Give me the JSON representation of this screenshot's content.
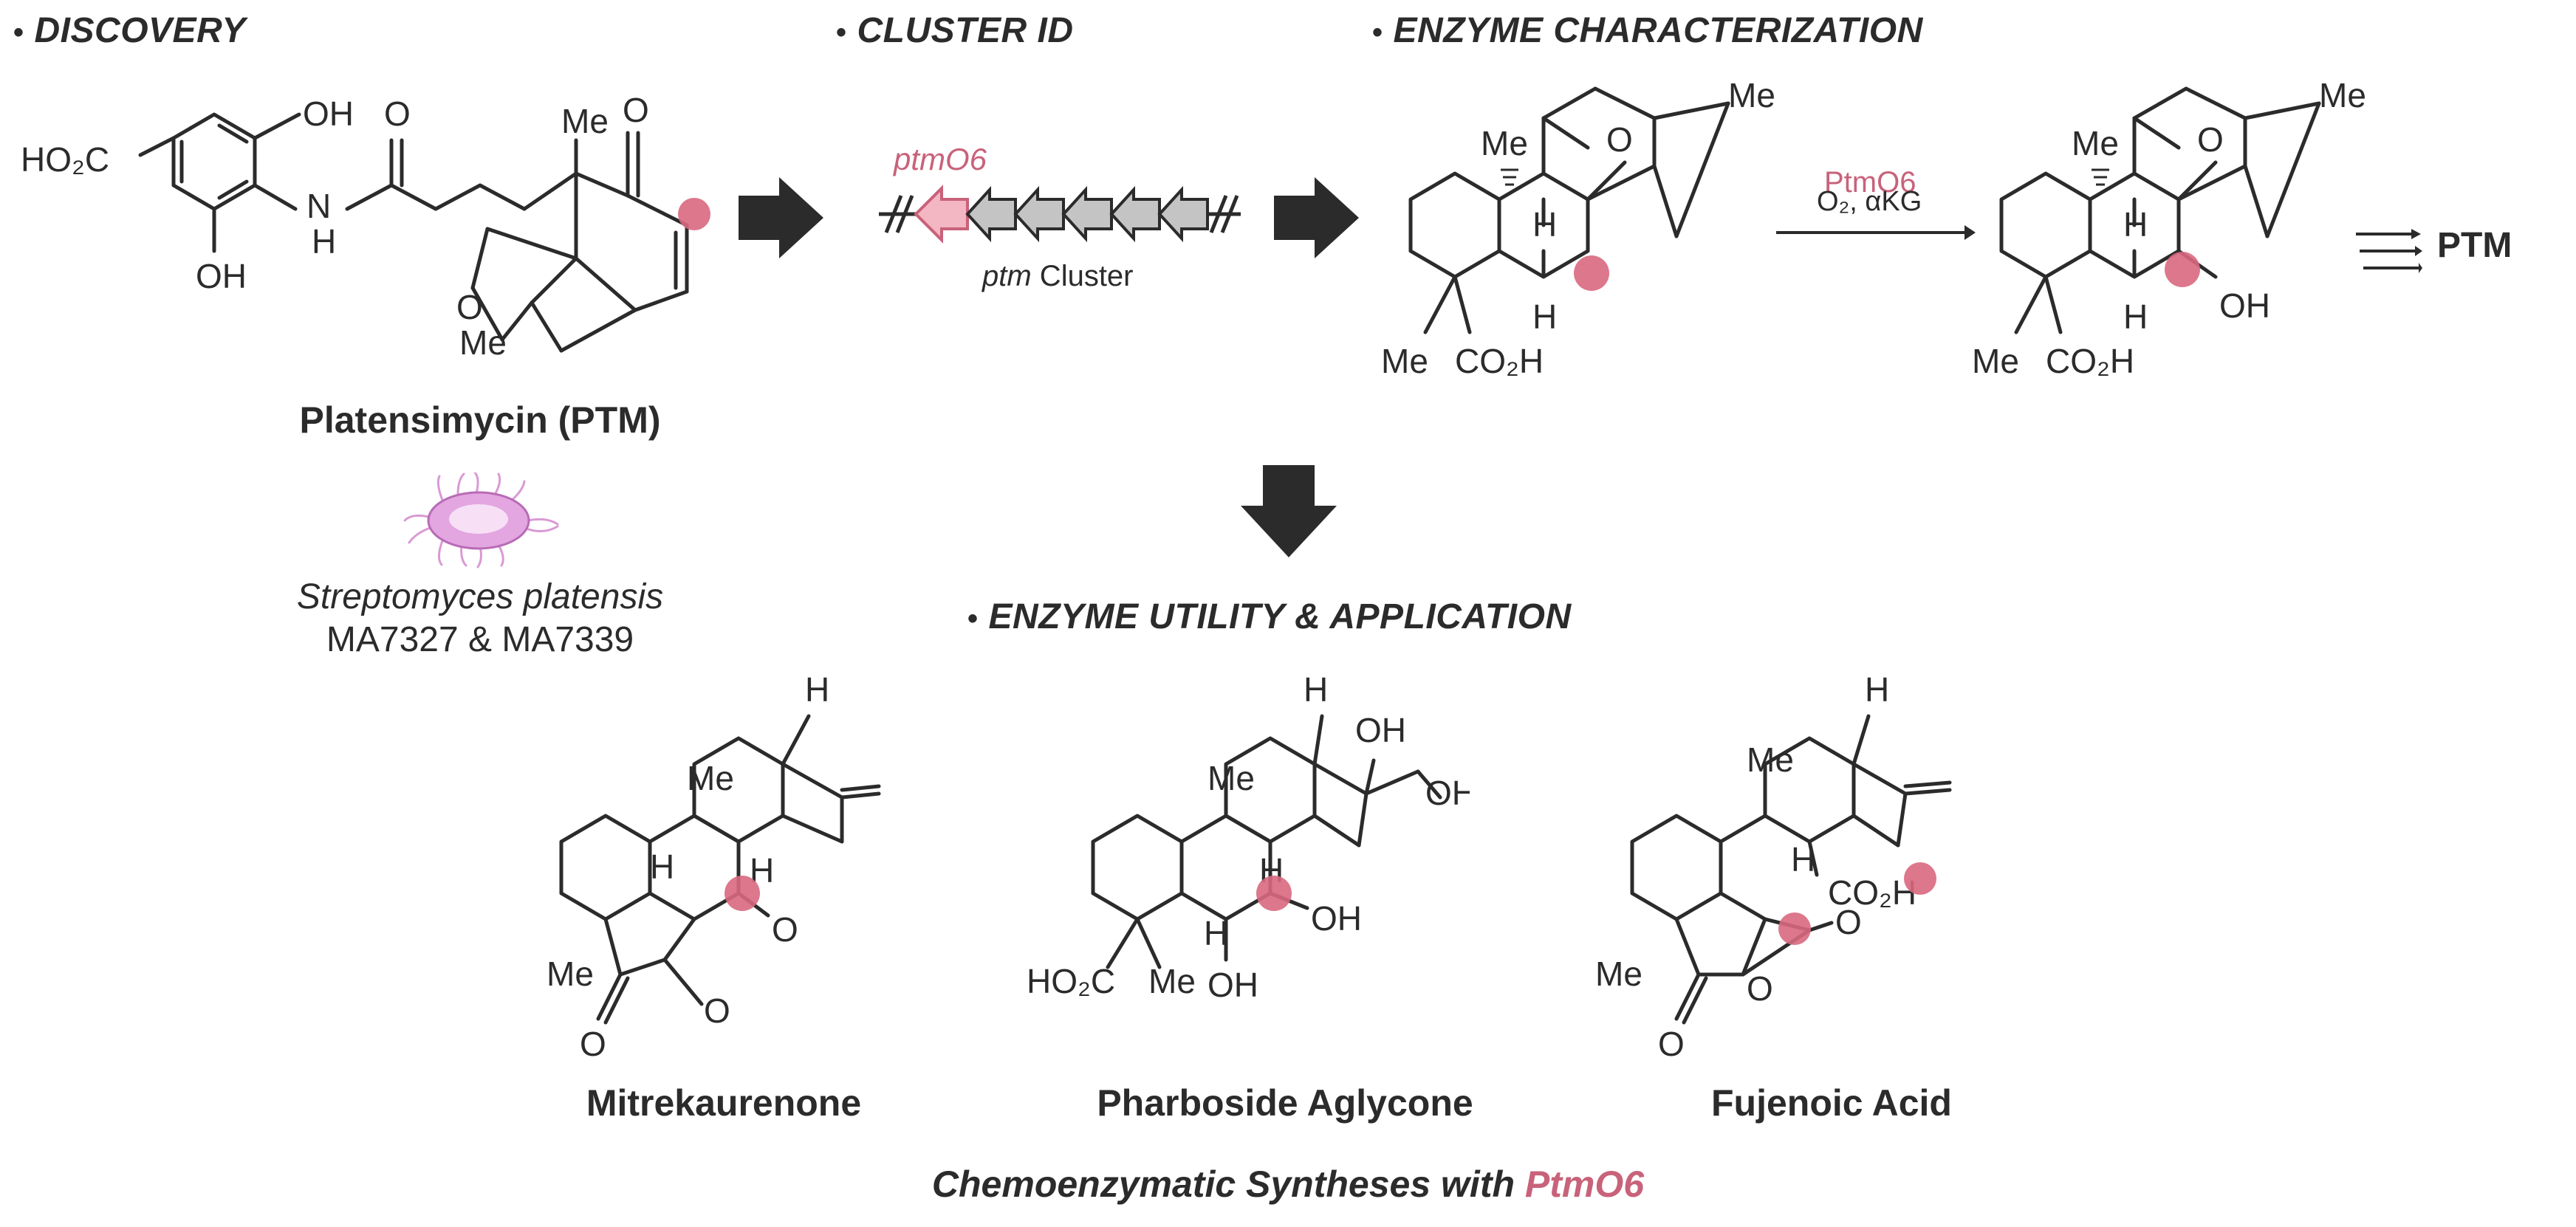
{
  "sections": {
    "discovery": "DISCOVERY",
    "cluster_id": "CLUSTER ID",
    "enzyme_characterization": "ENZYME CHARACTERIZATION",
    "enzyme_utility": "ENZYME UTILITY & APPLICATION"
  },
  "discovery": {
    "compound_name": "Platensimycin (PTM)",
    "organism_line1": "Streptomyces platensis",
    "organism_line2": "MA7327 & MA7339",
    "atoms": {
      "oh_top": "OH",
      "oh_bottom": "OH",
      "ho2c": "HO₂C",
      "nh_n": "N",
      "nh_h": "H",
      "o_amide": "O",
      "o_ketone": "O",
      "me_top": "Me",
      "o_ether": "O",
      "me_bottom": "Me"
    }
  },
  "cluster": {
    "gene_label": "ptmO6",
    "cluster_label_italic": "ptm",
    "cluster_label_rest": " Cluster"
  },
  "characterization": {
    "enzyme": "PtmO6",
    "conditions": "O₂, αKG",
    "product": "PTM",
    "substrate_atoms": {
      "me_ring": "Me",
      "me_bridge": "Me",
      "o_ether": "O",
      "h_top": "H",
      "h_bottom": "H",
      "me_bottom": "Me",
      "co2h": "CO₂H"
    },
    "product_atoms": {
      "me_ring": "Me",
      "me_bridge": "Me",
      "o_ether": "O",
      "h_top": "H",
      "h_bottom": "H",
      "oh": "OH",
      "me_bottom": "Me",
      "co2h": "CO₂H"
    }
  },
  "applications": {
    "compounds": [
      "Mitrekaurenone",
      "Pharboside Aglycone",
      "Fujenoic Acid"
    ],
    "caption_main": "Chemoenzymatic Syntheses with ",
    "caption_enzyme": "PtmO6",
    "mitre_atoms": {
      "h_top": "H",
      "me": "Me",
      "h_mid": "H",
      "h_left": "H",
      "o_ketone": "O",
      "me_bottom": "Me",
      "o_ring": "O",
      "o_carbonyl": "O"
    },
    "pharb_atoms": {
      "h_top": "H",
      "oh_top": "OH",
      "oh_side": "OH",
      "me": "Me",
      "h_mid": "H",
      "oh_mid": "OH",
      "h_low": "H",
      "ho2c": "HO₂C",
      "me_bottom": "Me",
      "oh_bottom": "OH"
    },
    "fuje_atoms": {
      "h_top": "H",
      "me": "Me",
      "h_mid": "H",
      "co2h": "CO₂H",
      "o_top": "O",
      "me_bottom": "Me",
      "o_ring": "O",
      "o_carbonyl": "O"
    }
  },
  "colors": {
    "highlight": "#d9687f",
    "text": "#2b2b2b",
    "arrow": "#2b2b2b",
    "gene_pink": "#f3b6c3",
    "gene_gray": "#c4c4c4"
  }
}
